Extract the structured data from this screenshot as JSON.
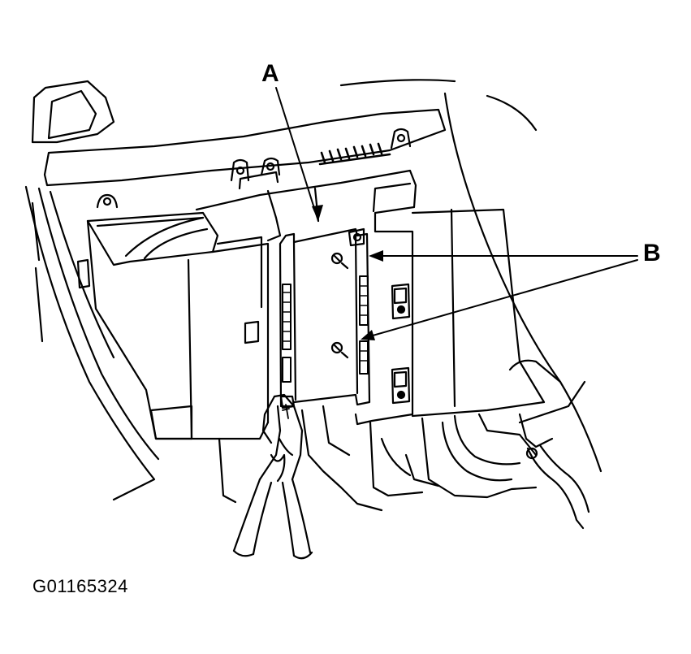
{
  "callouts": {
    "a": "A",
    "b": "B"
  },
  "figure_id": "G01165324",
  "colors": {
    "line": "#000000",
    "background": "#ffffff"
  }
}
